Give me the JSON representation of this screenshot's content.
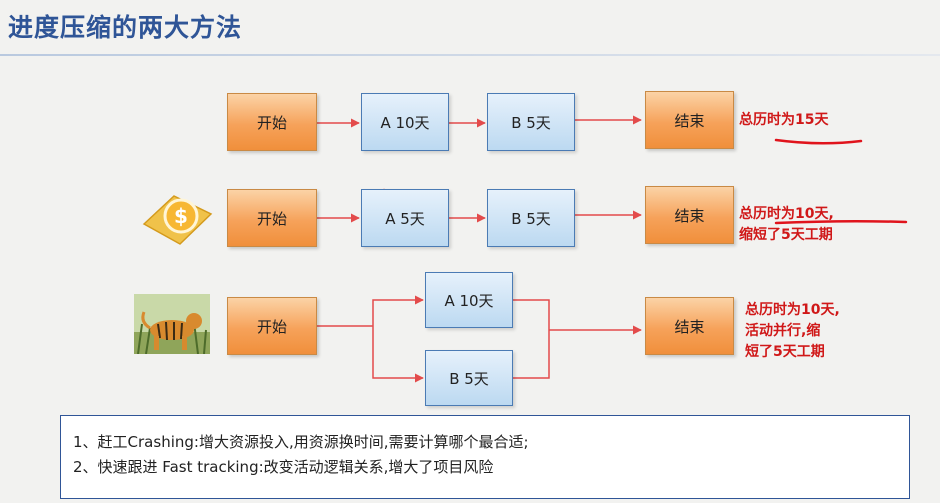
{
  "title": "进度压缩的两大方法",
  "colors": {
    "title": "#2f5597",
    "arrow": "#e34b4b",
    "ink": "#d01818",
    "start_end_box": "#f6a25a",
    "activity_box": "#bcd9f1"
  },
  "rows": [
    {
      "start": "开始",
      "activities": [
        "A 10天",
        "B  5天"
      ],
      "end": "结束",
      "note": "总历时为15天"
    },
    {
      "icon": "money-coin-icon",
      "start": "开始",
      "activities": [
        "A 5天",
        "B  5天"
      ],
      "end": "结束",
      "note_lines": [
        "总历时为10天,",
        "缩短了5天工期"
      ]
    },
    {
      "icon": "tiger-image",
      "start": "开始",
      "activities": [
        "A 10天",
        "B  5天"
      ],
      "end": "结束",
      "note_lines": [
        "总历时为10天,",
        "活动并行,缩",
        "短了5天工期"
      ]
    }
  ],
  "summary": [
    "1、赶工Crashing:增大资源投入,用资源换时间,需要计算哪个最合适;",
    "2、快速跟进 Fast tracking:改变活动逻辑关系,增大了项目风险"
  ]
}
